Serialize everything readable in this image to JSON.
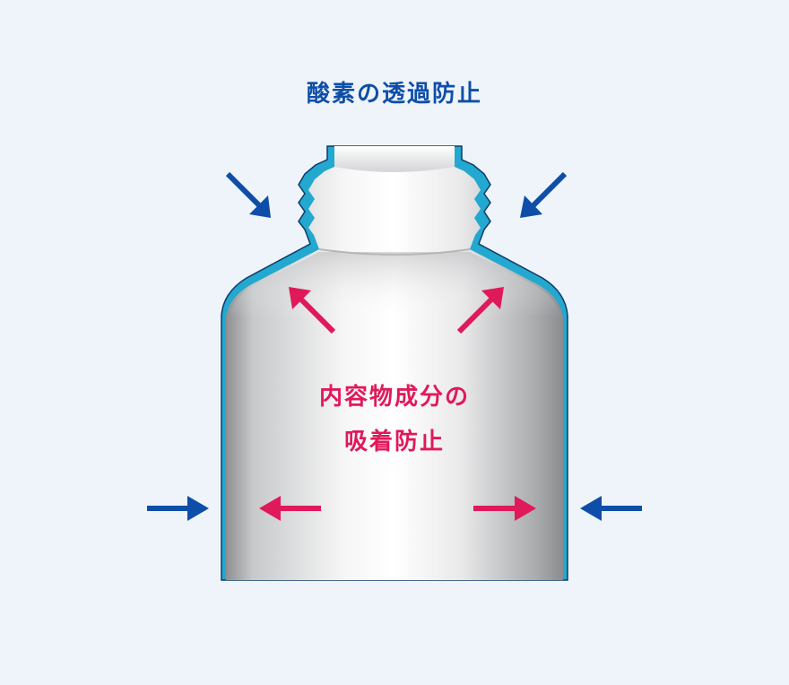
{
  "labels": {
    "oxygen_barrier": "酸素の透過防止",
    "adsorption_line1": "内容物成分の",
    "adsorption_line2": "吸着防止"
  },
  "colors": {
    "background": "#eef4fa",
    "oxygen_arrow": "#0f4ea8",
    "adsorption_arrow": "#e0195a",
    "barrier_layer": "#23a8cf",
    "barrier_outline": "#0f3a68"
  },
  "icons": {
    "outer_arrows": "arrow-icon",
    "inner_arrows": "arrow-icon",
    "bottle": "bottle-icon"
  }
}
